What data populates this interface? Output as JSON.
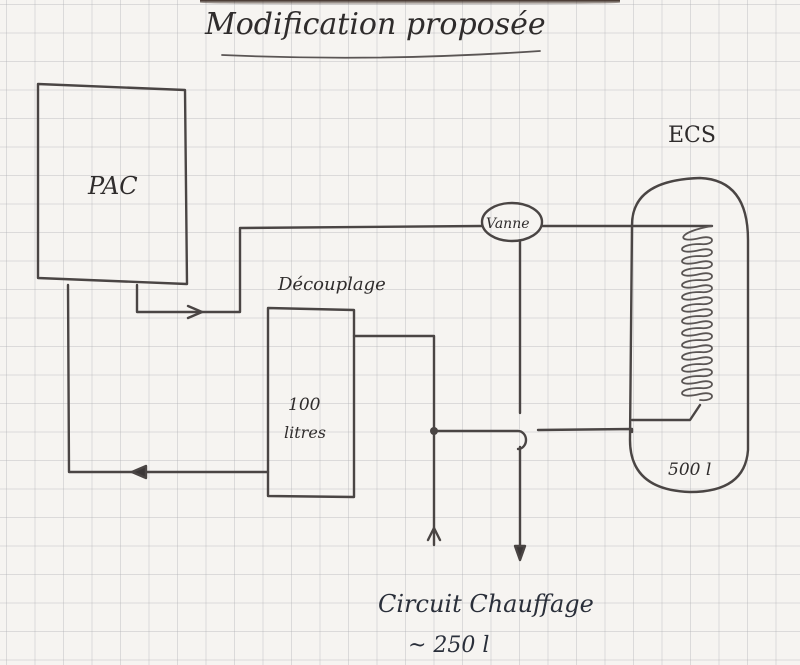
{
  "title": "Modification proposée",
  "components": {
    "heat_pump": {
      "label": "PAC"
    },
    "buffer_tank": {
      "header": "Découplage",
      "volume_line1": "100",
      "volume_line2": "litres"
    },
    "valve": {
      "label": "Vanne"
    },
    "dhw_tank": {
      "header": "ECS",
      "volume": "500 l"
    },
    "heating_circuit": {
      "label": "Circuit Chauffage",
      "volume": "~ 250 l"
    }
  },
  "colors": {
    "ink": "#4a4544",
    "paper": "#f6f4f1",
    "grid": "#c8c8cc"
  }
}
